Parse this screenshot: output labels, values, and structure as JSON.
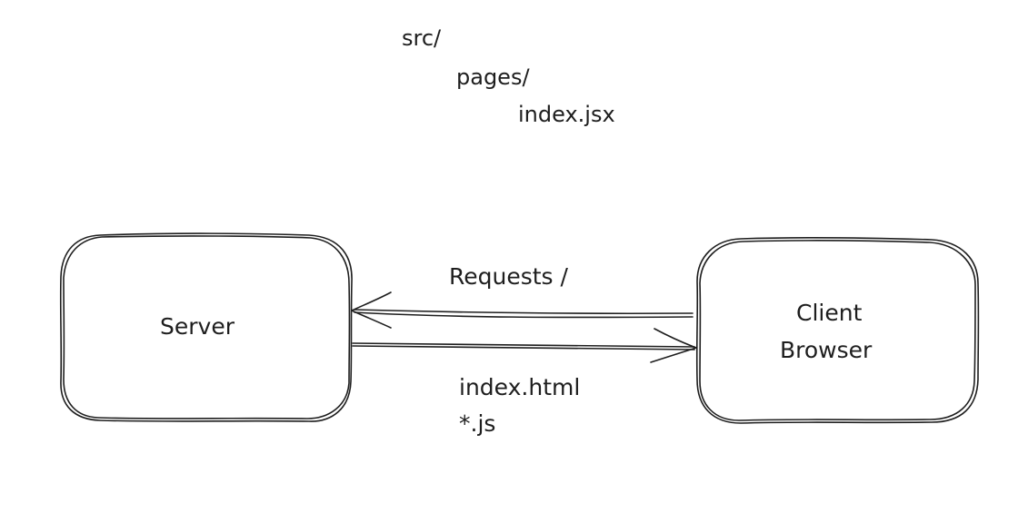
{
  "file_tree": {
    "root": "src/",
    "folder": "pages/",
    "file": "index.jsx"
  },
  "nodes": {
    "server": {
      "label": "Server"
    },
    "client": {
      "line1": "Client",
      "line2": "Browser"
    }
  },
  "edges": {
    "request": {
      "label": "Requests /"
    },
    "response": {
      "line1": "index.html",
      "line2": "*.js"
    }
  }
}
